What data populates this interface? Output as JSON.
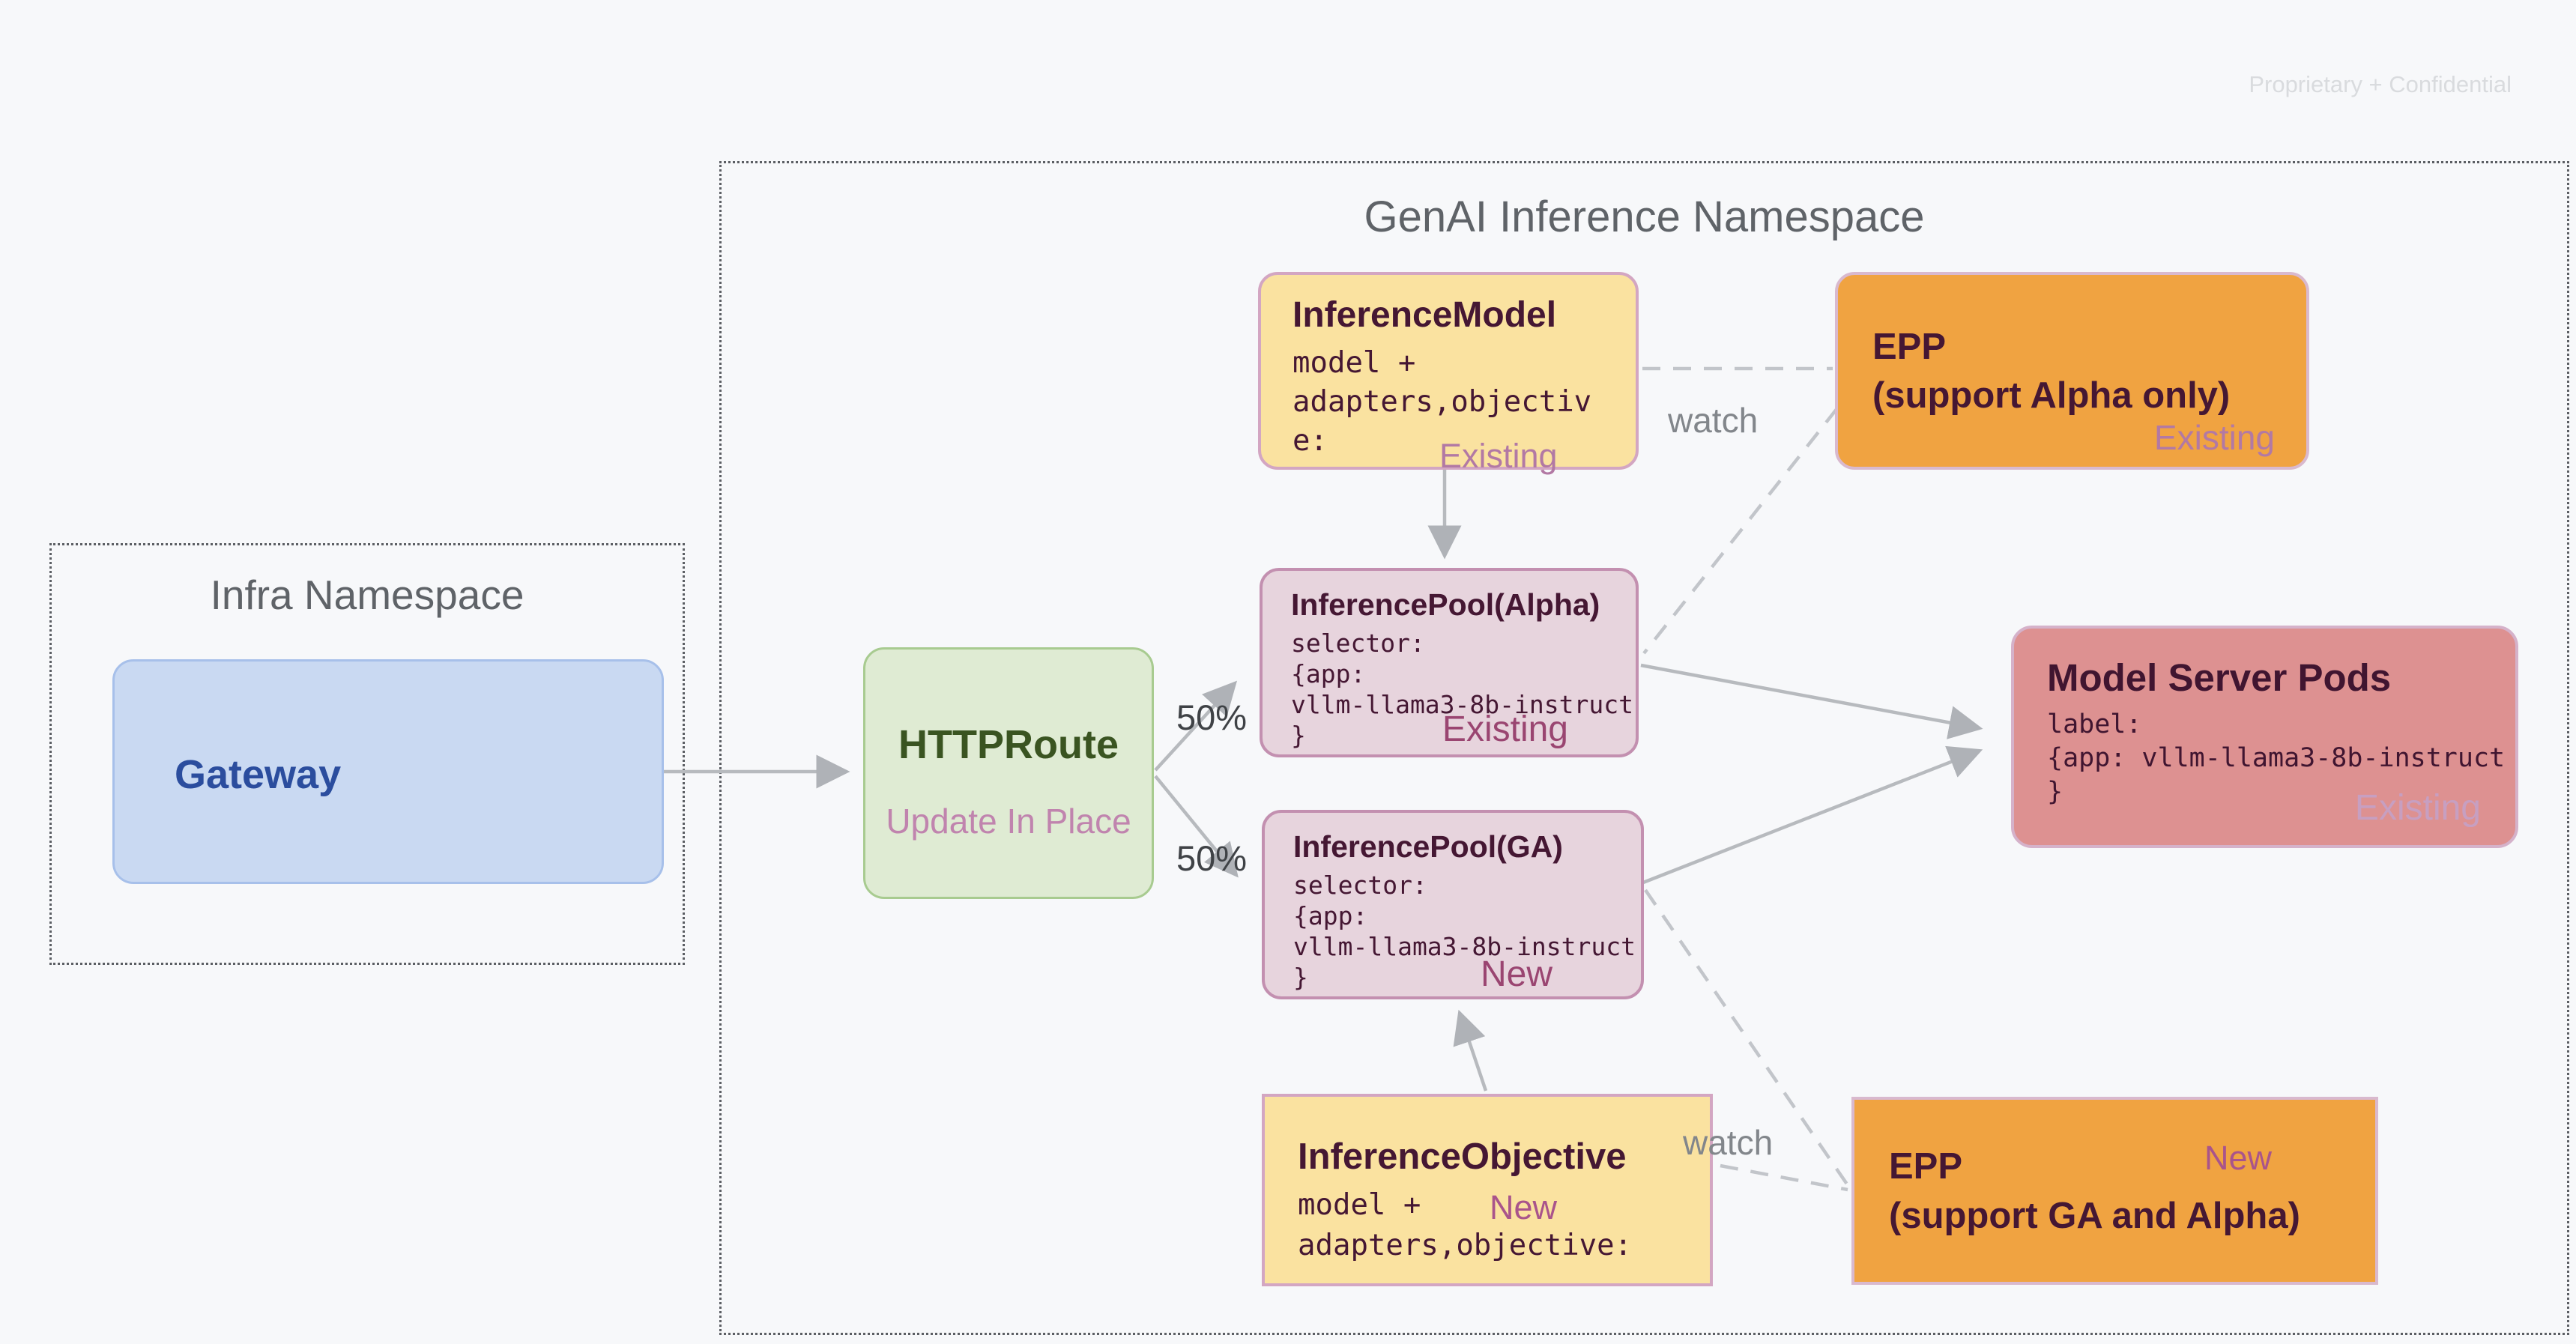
{
  "page": {
    "confidential": "Proprietary + Confidential"
  },
  "genai_namespace": {
    "title": "GenAI Inference Namespace"
  },
  "infra_namespace": {
    "title": "Infra Namespace"
  },
  "nodes": {
    "gateway": {
      "title": "Gateway"
    },
    "httproute": {
      "title": "HTTPRoute",
      "subtitle": "Update In Place"
    },
    "inference_model": {
      "title": "InferenceModel",
      "code_lines": [
        "model +",
        "adapters,objectiv",
        "e:"
      ],
      "tag": "Existing"
    },
    "epp_alpha": {
      "title_line1": "EPP",
      "title_line2": "(support Alpha only)",
      "tag": "Existing"
    },
    "pool_alpha": {
      "title": "InferencePool(Alpha)",
      "code_lines": [
        "selector:",
        "{app:",
        "vllm-llama3-8b-instruct",
        "}"
      ],
      "tag": "Existing"
    },
    "pool_ga": {
      "title": "InferencePool(GA)",
      "code_lines": [
        "selector:",
        "{app:",
        "vllm-llama3-8b-instruct",
        "}"
      ],
      "tag": "New"
    },
    "model_server_pods": {
      "title": "Model Server Pods",
      "code_lines": [
        "label:",
        "{app: vllm-llama3-8b-instruct",
        "}"
      ],
      "tag": "Existing"
    },
    "inference_objective": {
      "title": "InferenceObjective",
      "code_line1": "model +",
      "code_line2": "adapters,objective:",
      "tag": "New"
    },
    "epp_ga": {
      "title_line1": "EPP",
      "title_line2": "(support GA and Alpha)",
      "tag": "New"
    }
  },
  "edge_labels": {
    "split_top": "50%",
    "split_bottom": "50%",
    "watch_top": "watch",
    "watch_bottom": "watch"
  },
  "colors": {
    "background": "#f7f8fa",
    "gateway_fill": "#c9d9f2",
    "httproute_fill": "#dfebd3",
    "crd_yellow_fill": "#fae2a0",
    "epp_orange_fill": "#f0a341",
    "pool_mauve_fill": "#e7d4dd",
    "pods_salmon_fill": "#dd9191",
    "tag_existing_mauve": "#b279a4",
    "tag_pool_dark": "#9a4571",
    "arrow_gray": "#b7babe",
    "dashed_gray": "#c2c5ca"
  }
}
